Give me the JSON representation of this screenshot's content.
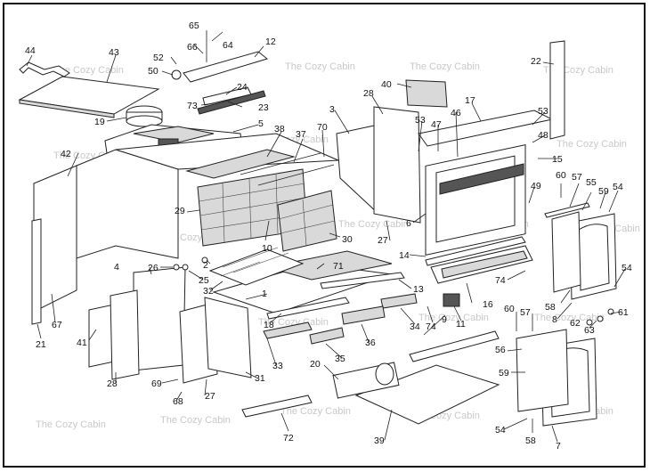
{
  "watermark": "The Cozy Cabin",
  "callouts": [
    {
      "id": "c1",
      "label": "1"
    },
    {
      "id": "c2",
      "label": "2"
    },
    {
      "id": "c3",
      "label": "3"
    },
    {
      "id": "c4",
      "label": "4"
    },
    {
      "id": "c5",
      "label": "5"
    },
    {
      "id": "c6",
      "label": "6"
    },
    {
      "id": "c7",
      "label": "7"
    },
    {
      "id": "c8",
      "label": "8"
    },
    {
      "id": "c9",
      "label": "9"
    },
    {
      "id": "c10",
      "label": "10"
    },
    {
      "id": "c11",
      "label": "11"
    },
    {
      "id": "c12",
      "label": "12"
    },
    {
      "id": "c13",
      "label": "13"
    },
    {
      "id": "c14",
      "label": "14"
    },
    {
      "id": "c15",
      "label": "15"
    },
    {
      "id": "c16",
      "label": "16"
    },
    {
      "id": "c17",
      "label": "17"
    },
    {
      "id": "c18",
      "label": "18"
    },
    {
      "id": "c19",
      "label": "19"
    },
    {
      "id": "c20",
      "label": "20"
    },
    {
      "id": "c21",
      "label": "21"
    },
    {
      "id": "c22",
      "label": "22"
    },
    {
      "id": "c23",
      "label": "23"
    },
    {
      "id": "c24",
      "label": "24"
    },
    {
      "id": "c25",
      "label": "25"
    },
    {
      "id": "c26",
      "label": "26"
    },
    {
      "id": "c27a",
      "label": "27"
    },
    {
      "id": "c27b",
      "label": "27"
    },
    {
      "id": "c28a",
      "label": "28"
    },
    {
      "id": "c28b",
      "label": "28"
    },
    {
      "id": "c29",
      "label": "29"
    },
    {
      "id": "c30",
      "label": "30"
    },
    {
      "id": "c31",
      "label": "31"
    },
    {
      "id": "c32",
      "label": "32"
    },
    {
      "id": "c33",
      "label": "33"
    },
    {
      "id": "c34",
      "label": "34"
    },
    {
      "id": "c35",
      "label": "35"
    },
    {
      "id": "c36",
      "label": "36"
    },
    {
      "id": "c37",
      "label": "37"
    },
    {
      "id": "c38",
      "label": "38"
    },
    {
      "id": "c39",
      "label": "39"
    },
    {
      "id": "c40",
      "label": "40"
    },
    {
      "id": "c41",
      "label": "41"
    },
    {
      "id": "c42",
      "label": "42"
    },
    {
      "id": "c43",
      "label": "43"
    },
    {
      "id": "c44",
      "label": "44"
    },
    {
      "id": "c46",
      "label": "46"
    },
    {
      "id": "c47",
      "label": "47"
    },
    {
      "id": "c48",
      "label": "48"
    },
    {
      "id": "c49",
      "label": "49"
    },
    {
      "id": "c50",
      "label": "50"
    },
    {
      "id": "c52",
      "label": "52"
    },
    {
      "id": "c53a",
      "label": "53"
    },
    {
      "id": "c53b",
      "label": "53"
    },
    {
      "id": "c54a",
      "label": "54"
    },
    {
      "id": "c54b",
      "label": "54"
    },
    {
      "id": "c54c",
      "label": "54"
    },
    {
      "id": "c55",
      "label": "55"
    },
    {
      "id": "c56",
      "label": "56"
    },
    {
      "id": "c57a",
      "label": "57"
    },
    {
      "id": "c57b",
      "label": "57"
    },
    {
      "id": "c58a",
      "label": "58"
    },
    {
      "id": "c58b",
      "label": "58"
    },
    {
      "id": "c59a",
      "label": "59"
    },
    {
      "id": "c59b",
      "label": "59"
    },
    {
      "id": "c60a",
      "label": "60"
    },
    {
      "id": "c60b",
      "label": "60"
    },
    {
      "id": "c61",
      "label": "61"
    },
    {
      "id": "c62",
      "label": "62"
    },
    {
      "id": "c63",
      "label": "63"
    },
    {
      "id": "c64",
      "label": "64"
    },
    {
      "id": "c65",
      "label": "65"
    },
    {
      "id": "c66",
      "label": "66"
    },
    {
      "id": "c67",
      "label": "67"
    },
    {
      "id": "c68",
      "label": "68"
    },
    {
      "id": "c69",
      "label": "69"
    },
    {
      "id": "c70",
      "label": "70"
    },
    {
      "id": "c71",
      "label": "71"
    },
    {
      "id": "c72",
      "label": "72"
    },
    {
      "id": "c73",
      "label": "73"
    },
    {
      "id": "c74a",
      "label": "74"
    },
    {
      "id": "c74b",
      "label": "74"
    }
  ]
}
